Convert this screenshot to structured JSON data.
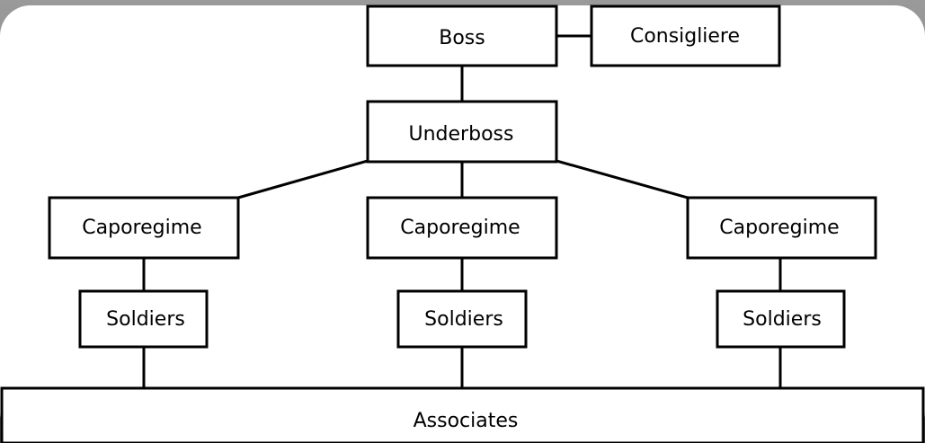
{
  "nodes": {
    "boss": "Boss",
    "consigliere": "Consigliere",
    "underboss": "Underboss",
    "caporegime_left": "Caporegime",
    "caporegime_center": "Caporegime",
    "caporegime_right": "Caporegime",
    "soldiers_left": "Soldiers",
    "soldiers_center": "Soldiers",
    "soldiers_right": "Soldiers",
    "associates": "Associates"
  }
}
